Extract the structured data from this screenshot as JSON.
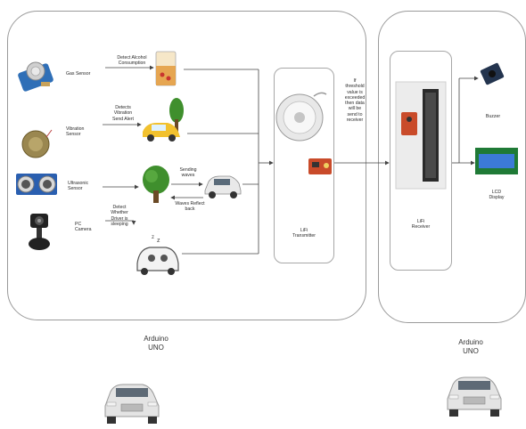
{
  "transmitter_panel": {
    "caption": "Arduino\nUNO",
    "sensors": [
      {
        "name": "Gas Sensor",
        "effect": "Detect Alcohol\nConsumption"
      },
      {
        "name": "Vibration\nSensor",
        "effect": "Detects\nVibration\nSend Alert"
      },
      {
        "name": "Ultrasonic\nSensor",
        "effect": "Sending\nwaves"
      },
      {
        "name": "PC\nCamera",
        "effect": "Detect\nWhether\nDriver is\nsleeping"
      }
    ],
    "waves_reflect_label": "Waves Reflect\nback",
    "transmitter_label": "LiFi\nTransmitter"
  },
  "threshold_note": "If\nthreshold\nvalue is\nexceeded\nthen data\nwill be\nsend to\nreceiver",
  "receiver_panel": {
    "caption": "Arduino\nUNO",
    "receiver_label": "LiFi\nReceiver",
    "buzzer_label": "Buzzer",
    "lcd_label": "LCD\nDisplay"
  },
  "colors": {
    "panel_border": "#9a9a9a",
    "arrow": "#444444",
    "lcd_screen": "#3c7ad8",
    "sensor_pcb_blue": "#2f6fb7",
    "car_yellow": "#f2c12e",
    "tree_green": "#3f8f2d"
  }
}
